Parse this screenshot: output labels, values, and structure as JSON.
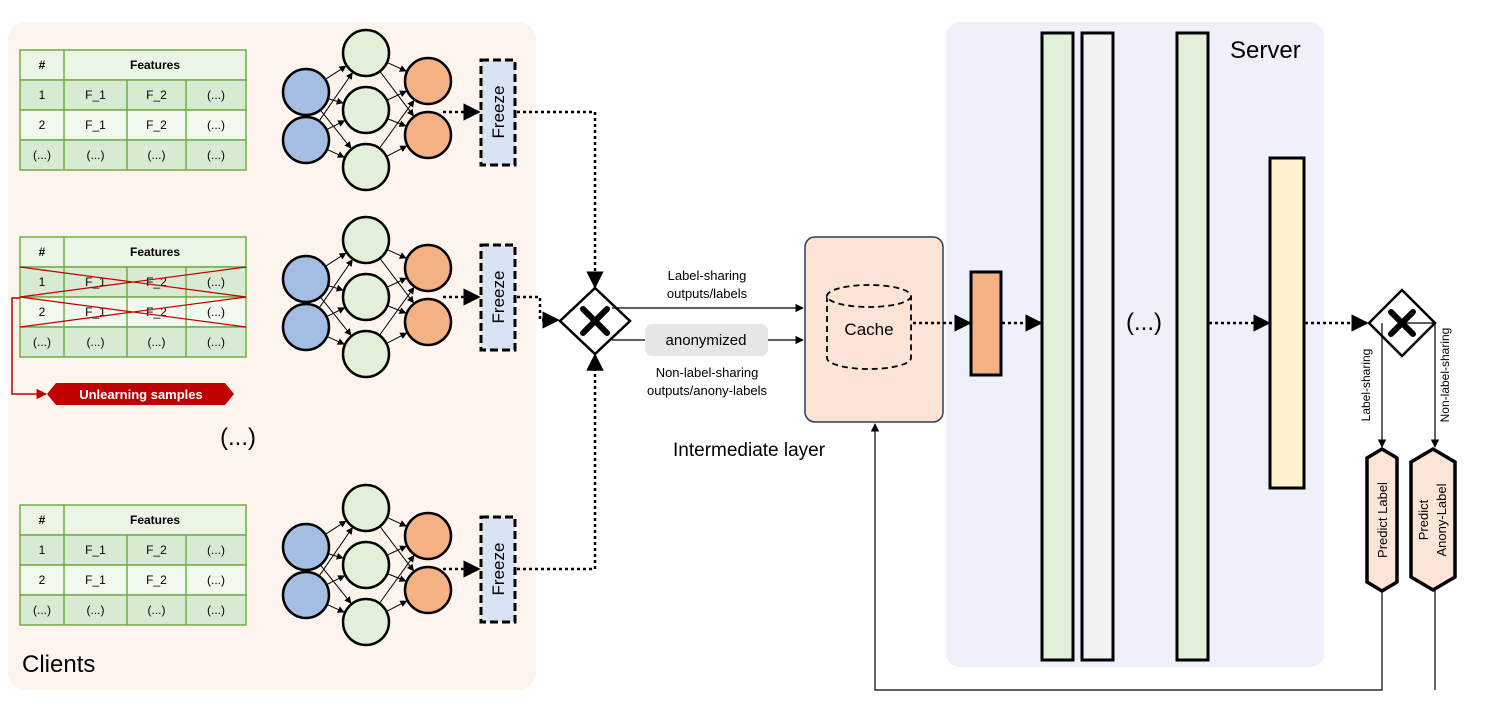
{
  "clients": {
    "title": "Clients",
    "ellipsis": "(...)",
    "unlearning_label": "Unlearning samples",
    "freeze_label": "Freeze",
    "table": {
      "header": [
        "#",
        "Features"
      ],
      "rows": [
        [
          "1",
          "F_1",
          "F_2",
          "(...)"
        ],
        [
          "2",
          "F_1",
          "F_2",
          "(...)"
        ],
        [
          "(...)",
          "(...)",
          "(...)",
          "(...)"
        ]
      ]
    }
  },
  "middle": {
    "label_sharing": [
      "Label-sharing",
      "outputs/labels"
    ],
    "anonymized": "anonymized",
    "non_label_sharing": [
      "Non-label-sharing",
      "outputs/anony-labels"
    ],
    "intermediate_layer": "Intermediate layer",
    "cache": "Cache"
  },
  "server": {
    "title": "Server",
    "ellipsis": "(...)",
    "branch_left": "Label-sharing",
    "branch_right": "Non-label-sharing",
    "predict_label": "Predict Label",
    "predict_anony": [
      "Predict",
      "Anony-Label"
    ]
  },
  "colors": {
    "clients_bg": "#fdf4ee",
    "server_bg": "#eef1f9",
    "table_green": "#d9ead3",
    "table_border": "#70ad47",
    "node_blue": "#a4bde3",
    "node_green": "#e2f0d9",
    "node_orange": "#f4b183",
    "freeze_fill": "#dae3f3",
    "unlearning_red": "#c00000",
    "cache_fill": "#fbe3d6",
    "server_green": "#e2f0d9",
    "server_gray": "#f2f2f2",
    "server_yellow": "#fff2cc",
    "predict_fill": "#fbe5d6",
    "anonymized_fill": "#e7e6e6"
  }
}
